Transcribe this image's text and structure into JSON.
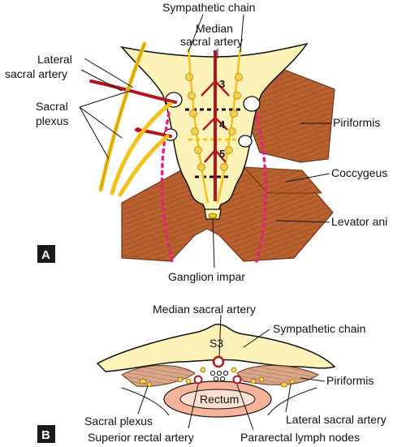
{
  "panel_a": {
    "tag": "A",
    "labels": {
      "sympathetic_chain": "Sympathetic chain",
      "median_sacral_artery_line1": "Median",
      "median_sacral_artery_line2": "sacral artery",
      "lateral_sacral_artery_line1": "Lateral",
      "lateral_sacral_artery_line2": "sacral artery",
      "sacral_plexus_line1": "Sacral",
      "sacral_plexus_line2": "plexus",
      "piriformis": "Piriformis",
      "coccygeus": "Coccygeus",
      "levator_ani": "Levator ani",
      "ganglion_impar": "Ganglion impar"
    },
    "vertebra_numbers": [
      "3",
      "4",
      "5"
    ]
  },
  "panel_b": {
    "tag": "B",
    "labels": {
      "median_sacral_artery": "Median sacral artery",
      "sympathetic_chain": "Sympathetic chain",
      "s3": "S3",
      "piriformis": "Piriformis",
      "rectum": "Rectum",
      "sacral_plexus": "Sacral plexus",
      "lateral_sacral_artery": "Lateral sacral artery",
      "superior_rectal_artery": "Superior rectal artery",
      "pararectal_lymph_nodes": "Pararectal lymph nodes"
    }
  },
  "colors": {
    "bone": "#fdf3b8",
    "muscle": "#b8612e",
    "nerve": "#f2c21b",
    "artery": "#b3161e",
    "dotted": "#e8207a",
    "rectum_outer": "#f6b39a",
    "rectum_inner": "#fbe0d2"
  }
}
